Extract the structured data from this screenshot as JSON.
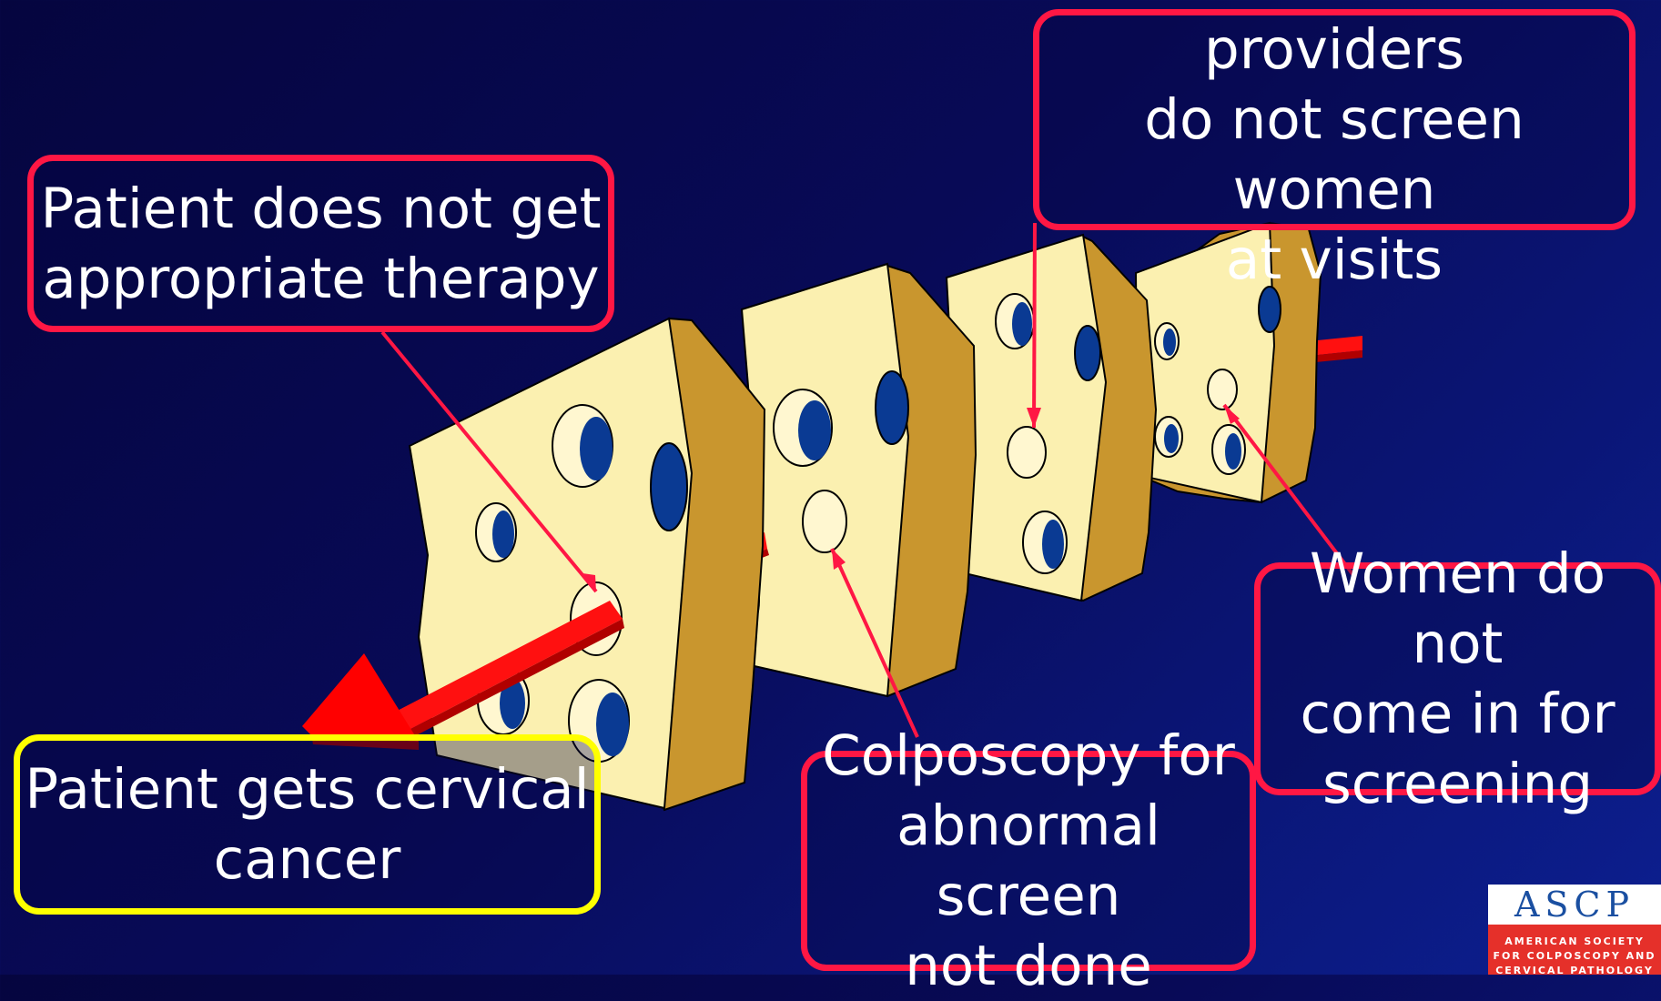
{
  "callouts": {
    "therapy": "Patient does not get\nappropriate therapy",
    "providers": "Health care providers\ndo not screen women\nat visits",
    "women": "Women do not\ncome in for\nscreening",
    "colposcopy": "Colposcopy for\nabnormal screen\nnot done",
    "outcome": "Patient gets cervical\ncancer"
  },
  "logo": {
    "mark": "ASCP",
    "line1": "AMERICAN SOCIETY",
    "line2": "FOR COLPOSCOPY AND",
    "line3": "CERVICAL PATHOLOGY"
  },
  "colors": {
    "background": "#070a55",
    "callout_border": "#ff1744",
    "outcome_border": "#ffff00",
    "cheese_face": "#fbf0b0",
    "cheese_side": "#c9962e",
    "hole": "#0a3a93",
    "arrow": "#ff0000"
  }
}
